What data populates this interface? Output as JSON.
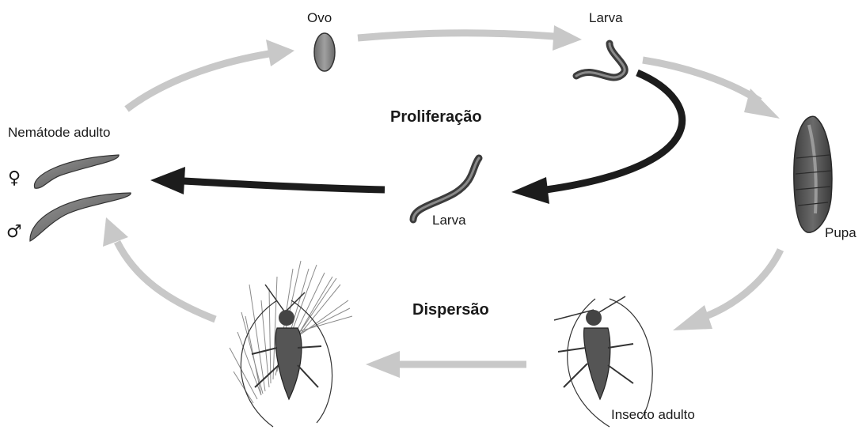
{
  "labels": {
    "egg": "Ovo",
    "larva_top": "Larva",
    "proliferation": "Proliferação",
    "adult_nematode": "Nemátode adulto",
    "female_symbol": "♀",
    "male_symbol": "♂",
    "larva_center": "Larva",
    "pupa": "Pupa",
    "dispersal": "Dispersão",
    "adult_insect": "Insecto adulto"
  },
  "colors": {
    "grey_arrow": "#c8c8c8",
    "black_arrow": "#1c1c1c",
    "organism_dark": "#555555",
    "organism_mid": "#8a8a8a"
  }
}
